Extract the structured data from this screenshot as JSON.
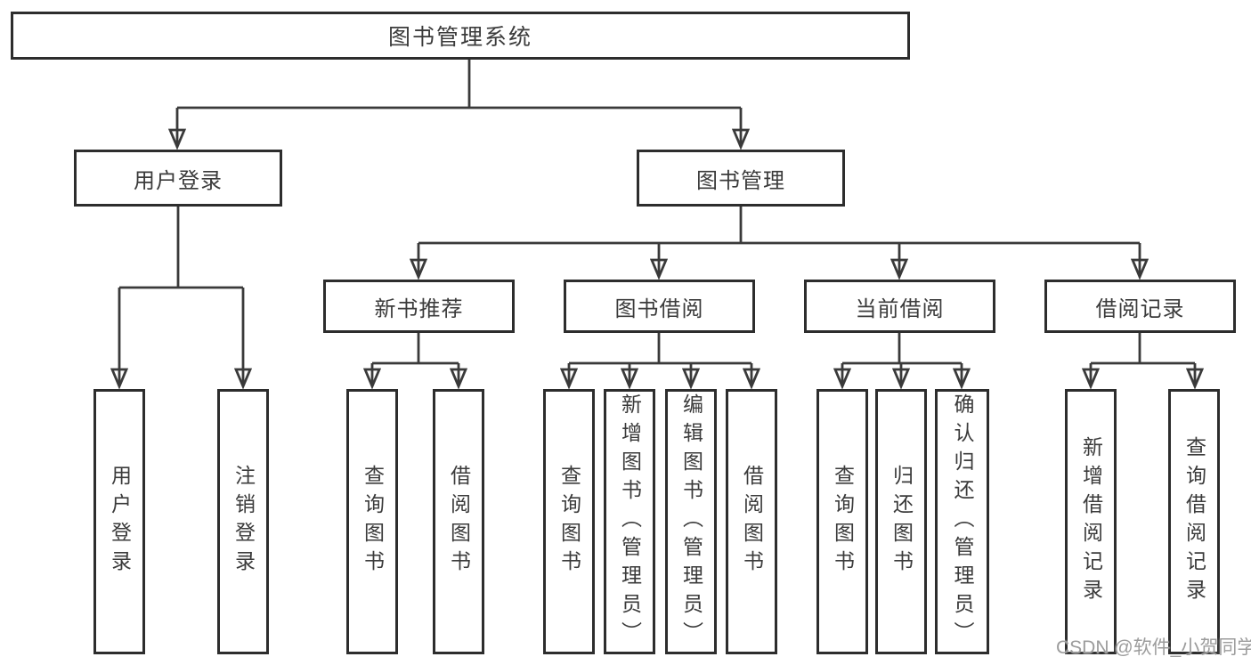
{
  "diagram": {
    "root": {
      "label": "图书管理系统"
    },
    "level2": [
      {
        "label": "用户登录"
      },
      {
        "label": "图书管理"
      }
    ],
    "level3": [
      {
        "label": "新书推荐"
      },
      {
        "label": "图书借阅"
      },
      {
        "label": "当前借阅"
      },
      {
        "label": "借阅记录"
      }
    ],
    "leaves": [
      {
        "label": "用户登录"
      },
      {
        "label": "注销登录"
      },
      {
        "label": "查询图书"
      },
      {
        "label": "借阅图书"
      },
      {
        "label": "查询图书"
      },
      {
        "label": "新增图书（管理员）"
      },
      {
        "label": "编辑图书（管理员）"
      },
      {
        "label": "借阅图书"
      },
      {
        "label": "查询图书"
      },
      {
        "label": "归还图书"
      },
      {
        "label": "确认归还（管理员）"
      },
      {
        "label": "新增借阅记录"
      },
      {
        "label": "查询借阅记录"
      }
    ]
  },
  "watermark": {
    "text": "CSDN @软件_小贺同学"
  },
  "colors": {
    "line": "#3a3a3a",
    "border": "#2d2d2d",
    "text": "#3b3b3b",
    "background": "#ffffff",
    "watermark": "#9c9c9c"
  }
}
